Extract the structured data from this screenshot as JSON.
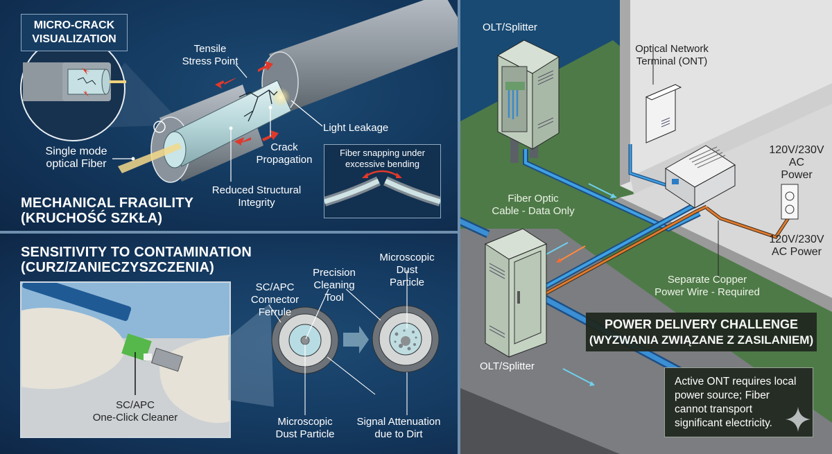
{
  "mechanical": {
    "title_line1": "MECHANICAL FRAGILITY",
    "title_line2": "(KRUCHOŚĆ SZKŁA)",
    "micro_crack_line1": "MICRO-CRACK",
    "micro_crack_line2": "VISUALIZATION",
    "labels": {
      "single_mode_1": "Single mode",
      "single_mode_2": "optical Fiber",
      "tensile_1": "Tensile",
      "tensile_2": "Stress Point",
      "light_leakage": "Light Leakage",
      "crack_1": "Crack",
      "crack_2": "Propagation",
      "reduced_1": "Reduced Structural",
      "reduced_2": "Integrity"
    },
    "bend_box_line1": "Fiber snapping under",
    "bend_box_line2": "excessive bending"
  },
  "contamination": {
    "title_line1": "SENSITIVITY TO CONTAMINATION",
    "title_line2": "(CURZ/ZANIECZYSZCZENIA)",
    "photo_label_1": "SC/APC",
    "photo_label_2": "One-Click Cleaner",
    "labels": {
      "ferrule_1": "SC/APC",
      "ferrule_2": "Connector",
      "ferrule_3": "Ferrule",
      "tool_1": "Precision",
      "tool_2": "Cleaning",
      "tool_3": "Tool",
      "dust_top_1": "Microscopic",
      "dust_top_2": "Dust",
      "dust_top_3": "Particle",
      "dust_bottom_1": "Microscopic",
      "dust_bottom_2": "Dust Particle",
      "attenuation_1": "Signal Attenuation",
      "attenuation_2": "due to Dirt"
    }
  },
  "power": {
    "title_line1": "POWER DELIVERY CHALLENGE",
    "title_line2": "(WYZWANIA ZWIĄZANE Z ZASILANIEM)",
    "labels": {
      "olt_top": "OLT/Splitter",
      "olt_bottom": "OLT/Splitter",
      "ont_1": "Optical Network",
      "ont_2": "Terminal (ONT)",
      "fiber_1": "Fiber Optic",
      "fiber_2": "Cable - Data Only",
      "ac_top_1": "120V/230V",
      "ac_top_2": "AC",
      "ac_top_3": "Power",
      "ac_bottom_1": "120V/230V",
      "ac_bottom_2": "AC Power",
      "copper_1": "Separate Copper",
      "copper_2": "Power Wire - Required"
    },
    "note_line1": "Active ONT requires local",
    "note_line2": "power source; Fiber",
    "note_line3": "cannot transport",
    "note_line4": "significant electricity."
  },
  "colors": {
    "navy": "#143a60",
    "fiber_blue": "#3b8fd4",
    "copper_orange": "#e07a2e",
    "stress_red": "#e0392b",
    "grass_green": "#4e7a48",
    "wall_grey": "#d9d9d9"
  }
}
